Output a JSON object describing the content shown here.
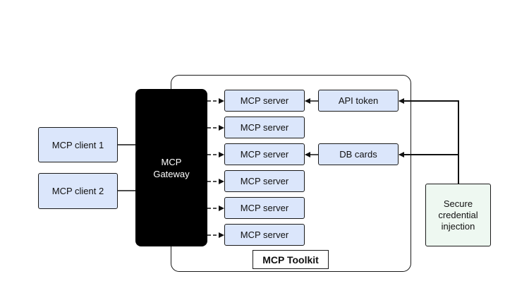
{
  "clients": [
    "MCP client 1",
    "MCP client 2"
  ],
  "gateway": {
    "line1": "MCP",
    "line2": "Gateway"
  },
  "servers": [
    "MCP server",
    "MCP server",
    "MCP server",
    "MCP server",
    "MCP server",
    "MCP server"
  ],
  "credentials": {
    "api_token": "API token",
    "db_cards": "DB cards"
  },
  "injection": {
    "line1": "Secure",
    "line2": "credential",
    "line3": "injection"
  },
  "toolkit_label": "MCP Toolkit",
  "colors": {
    "client_fill": "#dbe6fb",
    "server_fill": "#dbe6fb",
    "injection_fill": "#eef8f1",
    "gateway_fill": "#000000"
  }
}
